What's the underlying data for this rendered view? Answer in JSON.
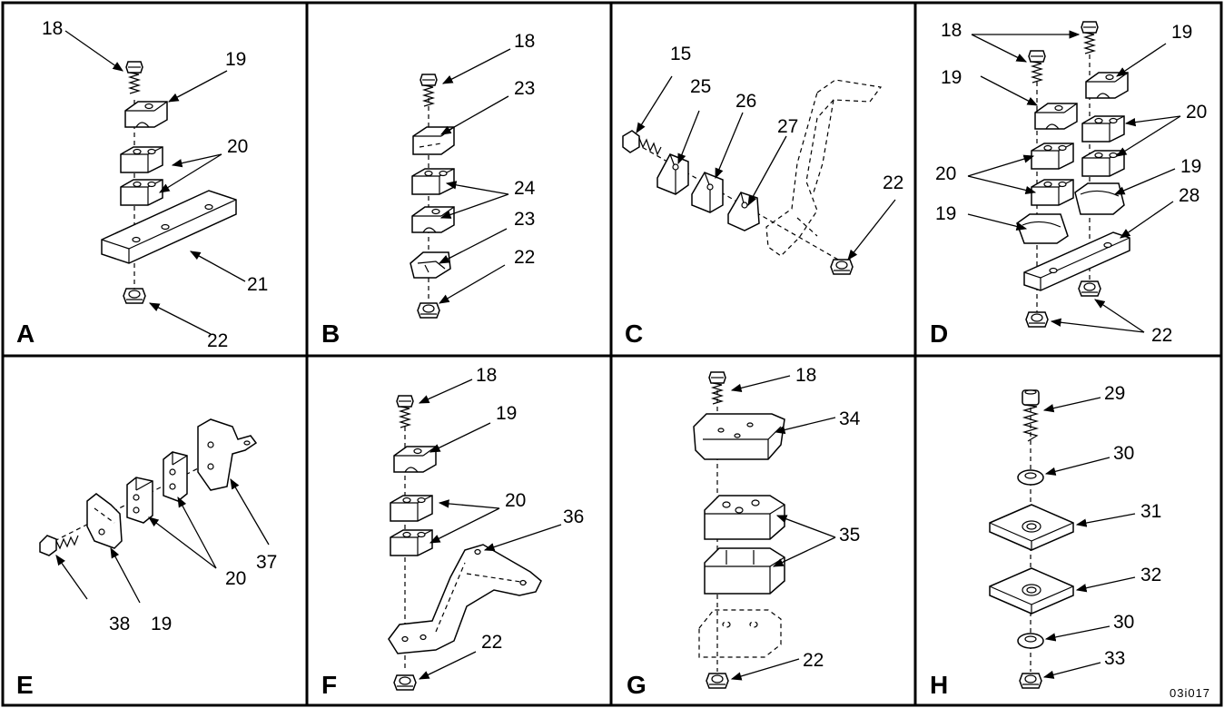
{
  "figure_code": "03i017",
  "panels": [
    {
      "letter": "A",
      "callouts": [
        "18",
        "19",
        "20",
        "21",
        "22"
      ]
    },
    {
      "letter": "B",
      "callouts": [
        "18",
        "23",
        "24",
        "23",
        "22"
      ]
    },
    {
      "letter": "C",
      "callouts": [
        "15",
        "25",
        "26",
        "27",
        "22"
      ]
    },
    {
      "letter": "D",
      "callouts": [
        "18",
        "19",
        "19",
        "20",
        "20",
        "19",
        "19",
        "28",
        "22"
      ]
    },
    {
      "letter": "E",
      "callouts": [
        "37",
        "20",
        "38",
        "19"
      ]
    },
    {
      "letter": "F",
      "callouts": [
        "18",
        "19",
        "20",
        "36",
        "22"
      ]
    },
    {
      "letter": "G",
      "callouts": [
        "18",
        "34",
        "35",
        "22"
      ]
    },
    {
      "letter": "H",
      "callouts": [
        "29",
        "30",
        "31",
        "32",
        "30",
        "33"
      ]
    }
  ]
}
